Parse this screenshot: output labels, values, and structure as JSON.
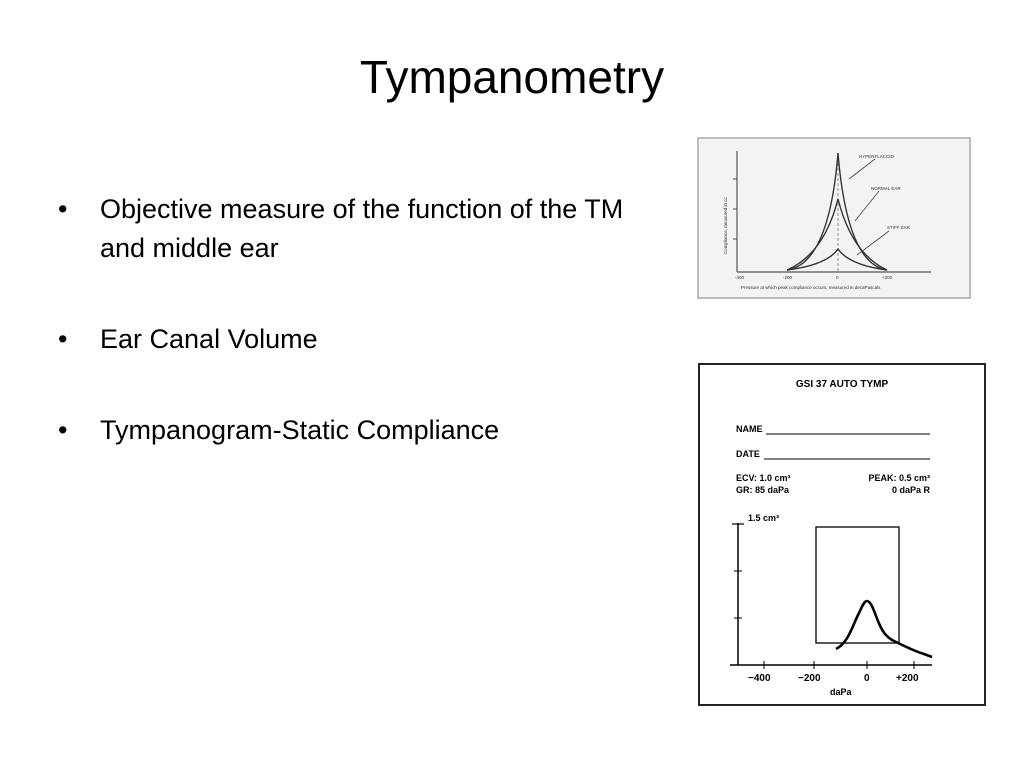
{
  "slide": {
    "title": "Tympanometry",
    "bullets": [
      {
        "text": "Objective measure of the function of the TM and middle ear"
      },
      {
        "text": "Ear Canal Volume"
      },
      {
        "text": "Tympanogram-Static Compliance"
      }
    ],
    "bullet_glyph": "•"
  },
  "figure_top": {
    "curve_labels": [
      "HYPERFLACCID",
      "NORMAL EAR",
      "STIFF EAR"
    ],
    "x_caption": "Pressure at which peak compliance occurs, measured in decaPascals",
    "y_caption": "Compliance, measured in cc",
    "x_ticks": [
      "-400",
      "-200",
      "0",
      "+200"
    ]
  },
  "figure_bottom": {
    "header": "GSI 37 AUTO TYMP",
    "name_label": "NAME",
    "date_label": "DATE",
    "ecv": "ECV: 1.0 cm³",
    "gr": "GR: 85 daPa",
    "peak": "PEAK: 0.5 cm³",
    "peak_pressure": "0 daPa R",
    "y_top_label": "1.5 cm³",
    "x_ticks": [
      "−400",
      "−200",
      "0",
      "+200"
    ],
    "x_unit": "daPa"
  }
}
